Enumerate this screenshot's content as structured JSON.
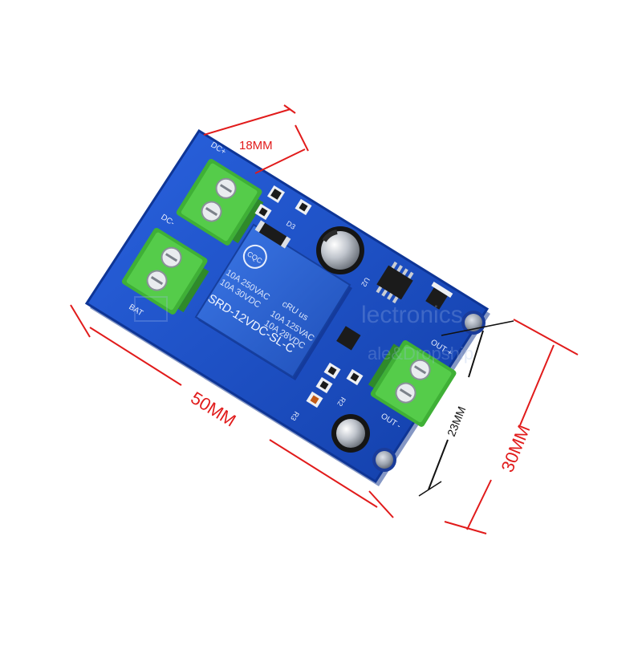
{
  "dimensions": {
    "width_18": "18MM",
    "length_50": "50MM",
    "hole_span_23": "23MM",
    "width_30": "30MM"
  },
  "board_labels": {
    "dc_plus": "DC+",
    "dc_minus": "DC-",
    "bat": "BAT",
    "out_plus": "OUT +",
    "out_minus": "OUT -",
    "d3": "D3",
    "u2": "U2",
    "r2": "R2",
    "r3": "R3"
  },
  "relay": {
    "logo": "CQC",
    "line1": "10A 250VAC",
    "line2": "10A 30VDC",
    "line3": "10A 125VAC",
    "line4": "10A 28VDC",
    "cert": "cRU us",
    "model": "SRD-12VDC-SL-C"
  },
  "watermark": {
    "line1": "lectronics",
    "line2": "ale&Dropship"
  },
  "colors": {
    "board": "#1a4fc7",
    "board_edge": "#0e3596",
    "relay": "#2f66d6",
    "terminal": "#4cc443",
    "dimension": "#e11b1b",
    "dimension_inner": "#111111"
  }
}
